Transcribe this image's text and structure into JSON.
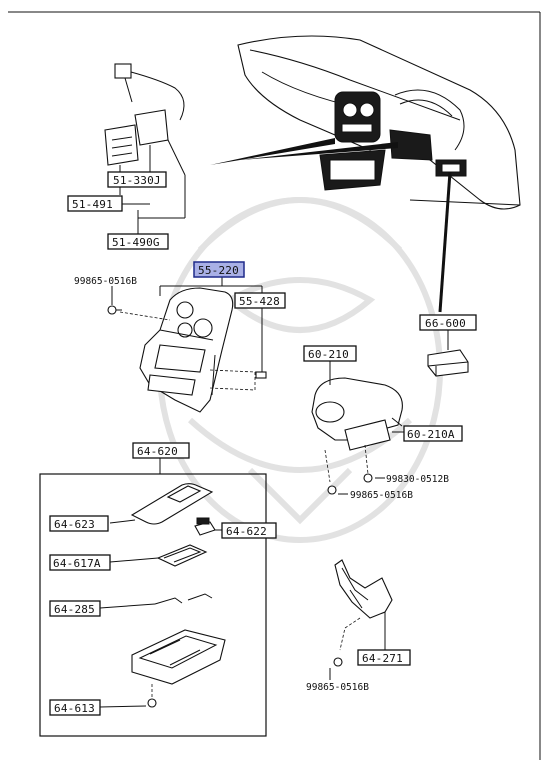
{
  "diagram": {
    "callouts": [
      {
        "id": "c-51-330j",
        "text": "51-330J",
        "highlight": false
      },
      {
        "id": "c-51-491",
        "text": "51-491",
        "highlight": false
      },
      {
        "id": "c-51-490g",
        "text": "51-490G",
        "highlight": false
      },
      {
        "id": "c-55-220",
        "text": "55-220",
        "highlight": true
      },
      {
        "id": "c-55-428",
        "text": "55-428",
        "highlight": false
      },
      {
        "id": "c-60-210",
        "text": "60-210",
        "highlight": false
      },
      {
        "id": "c-60-210a",
        "text": "60-210A",
        "highlight": false
      },
      {
        "id": "c-66-600",
        "text": "66-600",
        "highlight": false
      },
      {
        "id": "c-64-620",
        "text": "64-620",
        "highlight": false
      },
      {
        "id": "c-64-623",
        "text": "64-623",
        "highlight": false
      },
      {
        "id": "c-64-622",
        "text": "64-622",
        "highlight": false
      },
      {
        "id": "c-64-617a",
        "text": "64-617A",
        "highlight": false
      },
      {
        "id": "c-64-285",
        "text": "64-285",
        "highlight": false
      },
      {
        "id": "c-64-271",
        "text": "64-271",
        "highlight": false
      },
      {
        "id": "c-64-613",
        "text": "64-613",
        "highlight": false
      }
    ],
    "fasteners": [
      {
        "id": "f-99865-0516b-top",
        "text": "99865-0516B"
      },
      {
        "id": "f-99830-0512b",
        "text": "99830-0512B"
      },
      {
        "id": "f-99865-0516b-mid",
        "text": "99865-0516B"
      },
      {
        "id": "f-99865-0516b-bot",
        "text": "99865-0516B"
      }
    ]
  }
}
